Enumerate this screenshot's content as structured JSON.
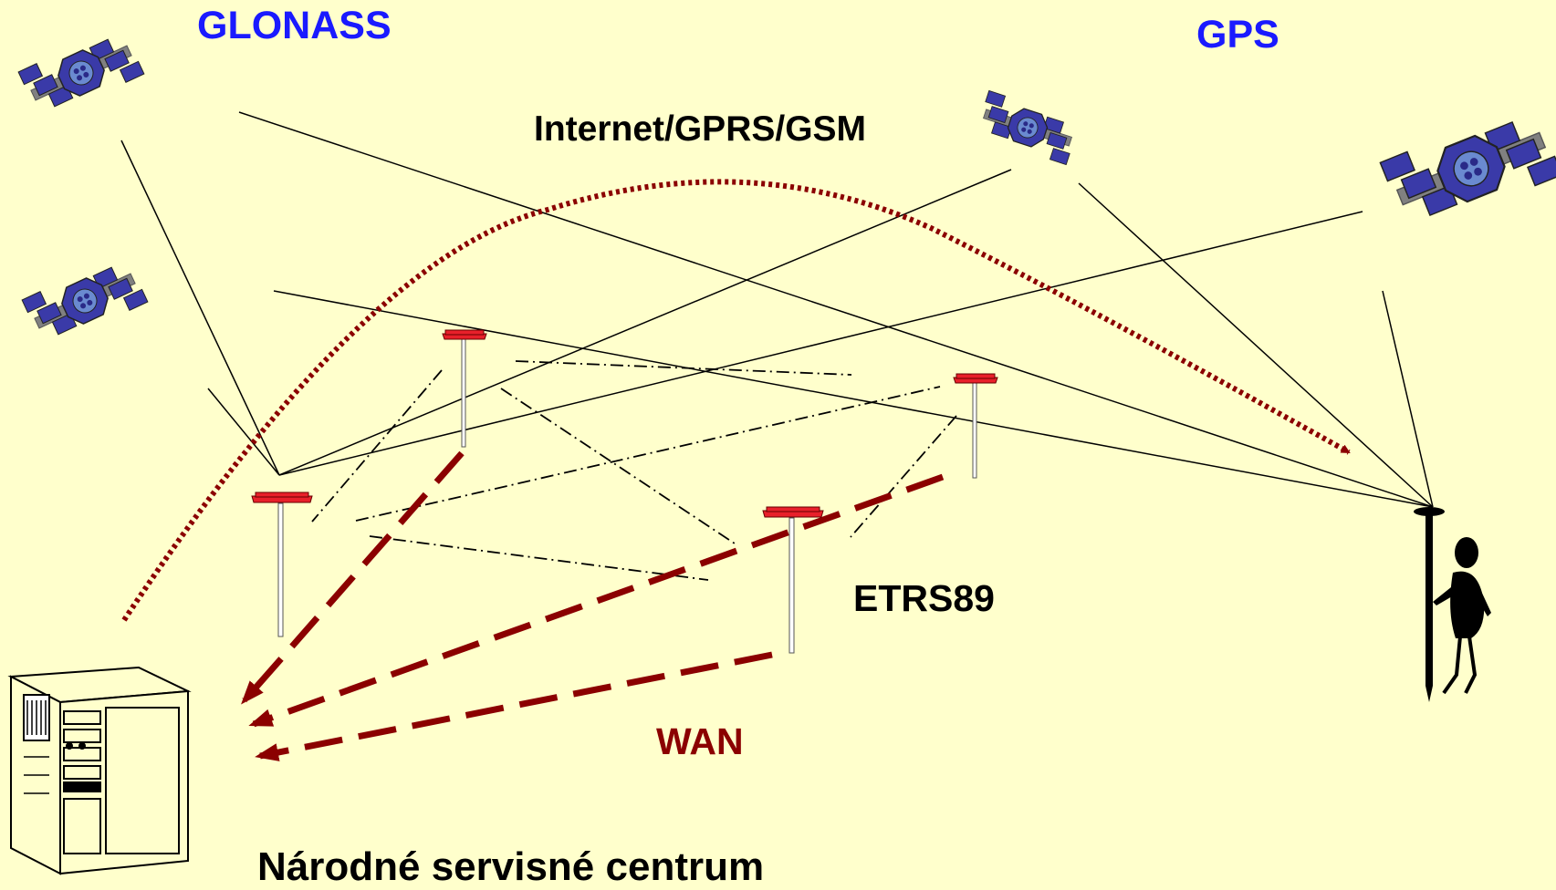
{
  "labels": {
    "glonass": "GLONASS",
    "gps": "GPS",
    "internet": "Internet/GPRS/GSM",
    "etrs": "ETRS89",
    "wan": "WAN",
    "service_center": "Národné servisné centrum"
  },
  "colors": {
    "background": "#ffffcc",
    "system_label": "#1a1aff",
    "text": "#000000",
    "link": "#8b0000",
    "satellite_body": "#3a3aa8",
    "station_head": "#e8202a"
  },
  "icons": [
    "satellite-icon",
    "reference-station-icon",
    "server-icon",
    "rover-surveyor-icon"
  ]
}
